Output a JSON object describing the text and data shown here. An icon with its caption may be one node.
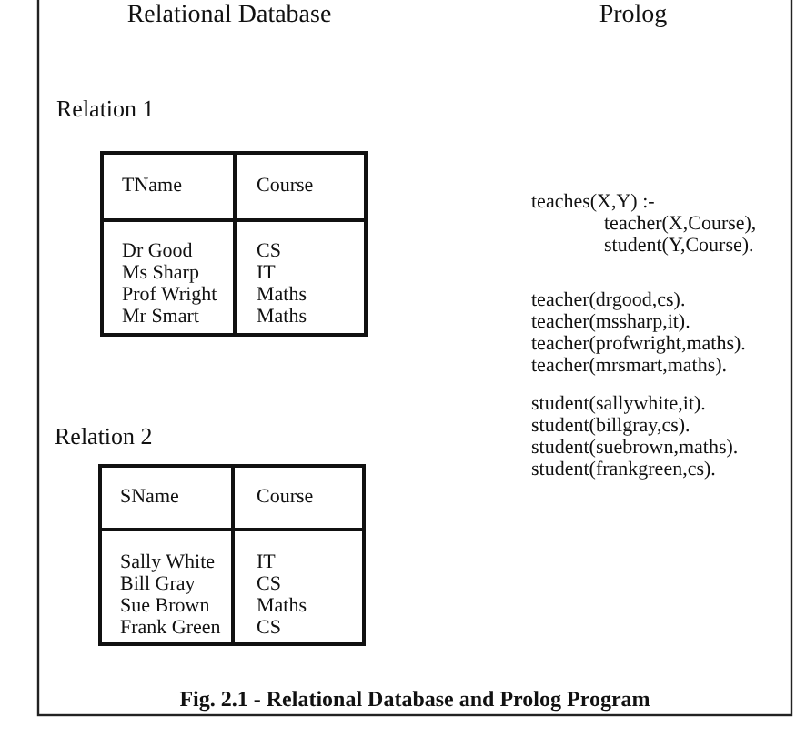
{
  "diagram": {
    "caption": "Fig. 2.1 - Relational Database and Prolog Program",
    "labels": [
      "Relational Database",
      "Prolog",
      "Relation 1",
      "TName",
      "Course",
      "Dr Good",
      "CS",
      "Ms Sharp",
      "IT",
      "Prof Wright",
      "Maths",
      "Mr Smart",
      "Maths",
      "teaches(X,Y) :-",
      "teacher(X,Course),",
      "student(Y,Course).",
      "teacher(drgood,cs).",
      "teacher(mssharp,it).",
      "teacher(profwright,maths).",
      "teacher(mrsmart,maths).",
      "student(sallywhite,it).",
      "student(billgray,cs).",
      "student(suebrown,maths).",
      "student(frankgreen,cs).",
      "Relation 2",
      "SName",
      "Course",
      "Sally White",
      "IT",
      "Bill Gray",
      "CS",
      "Sue Brown",
      "Maths",
      "Frank Green",
      "CS"
    ]
  }
}
